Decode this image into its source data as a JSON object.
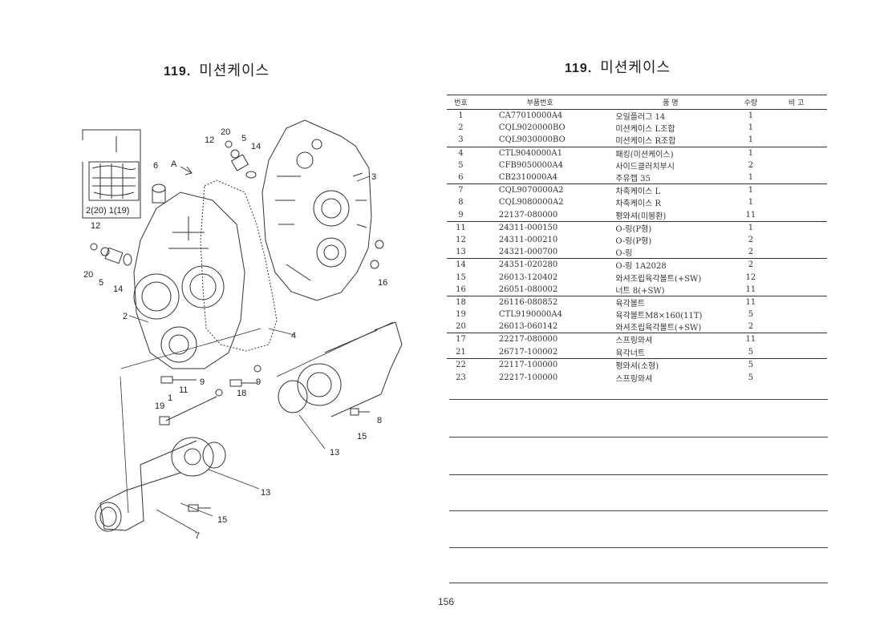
{
  "left_header": {
    "number": "119.",
    "title": "미션케이스"
  },
  "right_header": {
    "number": "119.",
    "title": "미션케이스"
  },
  "table": {
    "headers": {
      "no": "번호",
      "part": "부품번호",
      "name": "품          명",
      "qty": "수량",
      "remark": "비   고"
    },
    "rows": [
      {
        "no": "1",
        "part": "CA77010000A4",
        "name": "오일플러그 14",
        "qty": "1"
      },
      {
        "no": "2",
        "part": "CQL9020000BO",
        "name": "미션케이스 L조합",
        "qty": "1"
      },
      {
        "no": "3",
        "part": "CQL9030000BO",
        "name": "미션케이스 R조합",
        "qty": "1"
      },
      {
        "no": "4",
        "part": "CTL9040000A1",
        "name": "패킹(미션케이스)",
        "qty": "1"
      },
      {
        "no": "5",
        "part": "CFB9050000A4",
        "name": "사이드클러치부시",
        "qty": "2"
      },
      {
        "no": "6",
        "part": "CB2310000A4",
        "name": "주유캡 35",
        "qty": "1"
      },
      {
        "no": "7",
        "part": "CQL9070000A2",
        "name": "차축케이스 L",
        "qty": "1"
      },
      {
        "no": "8",
        "part": "CQL9080000A2",
        "name": "차축케이스 R",
        "qty": "1"
      },
      {
        "no": "9",
        "part": "22137-080000",
        "name": "평와셔(미봉환)",
        "qty": "11"
      },
      {
        "no": "11",
        "part": "24311-000150",
        "name": "O-링(P형)",
        "qty": "1"
      },
      {
        "no": "12",
        "part": "24311-000210",
        "name": "O-링(P형)",
        "qty": "2"
      },
      {
        "no": "13",
        "part": "24321-000700",
        "name": "O-링",
        "qty": "2"
      },
      {
        "no": "14",
        "part": "24351-020280",
        "name": "O-링 1A2028",
        "qty": "2"
      },
      {
        "no": "15",
        "part": "26013-120402",
        "name": "와셔조립육각볼트(+SW)",
        "qty": "12"
      },
      {
        "no": "16",
        "part": "26051-080002",
        "name": "너트 8(+SW)",
        "qty": "11"
      },
      {
        "no": "18",
        "part": "26116-080852",
        "name": "육각볼트",
        "qty": "11"
      },
      {
        "no": "19",
        "part": "CTL9190000A4",
        "name": "육각볼트M8×160(11T)",
        "qty": "5"
      },
      {
        "no": "20",
        "part": "26013-060142",
        "name": "와셔조립육각볼트(+SW)",
        "qty": "2"
      },
      {
        "no": "17",
        "part": "22217-080000",
        "name": "스프링와셔",
        "qty": "11"
      },
      {
        "no": "21",
        "part": "26717-100002",
        "name": "육각너트",
        "qty": "5"
      },
      {
        "no": "22",
        "part": "22117-100000",
        "name": "평와셔(소형)",
        "qty": "5"
      },
      {
        "no": "23",
        "part": "22217-100000",
        "name": "스프링와셔",
        "qty": "5"
      }
    ]
  },
  "diagram": {
    "inset_label": "2(20) 1(19)",
    "arrow_label": "A",
    "callouts": [
      "20",
      "5",
      "12",
      "14",
      "6",
      "3",
      "12",
      "20",
      "5",
      "14",
      "2",
      "4",
      "16",
      "9",
      "11",
      "1",
      "18",
      "19",
      "9",
      "13",
      "15",
      "8",
      "13",
      "15",
      "7"
    ]
  },
  "page_number": "156"
}
